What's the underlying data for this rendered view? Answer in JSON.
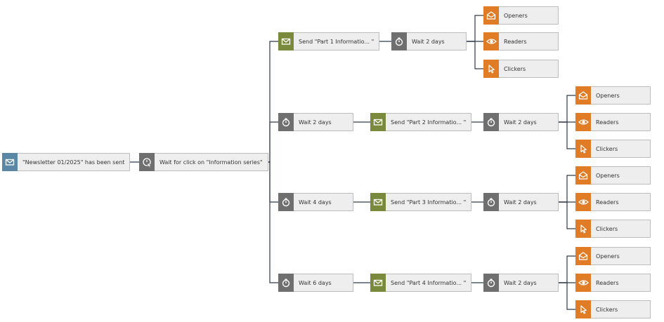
{
  "colors": {
    "trigger": "#5b88a5",
    "wait": "#6f6f6f",
    "send": "#7a8a3d",
    "segment": "#e07b26",
    "line": "#2f3a4a",
    "label_bg": "#eeeeee",
    "label_border": "#bdbdbd"
  },
  "nodes": {
    "trigger": {
      "label": "\"Newsletter 01/2025\" has been sent",
      "icon": "envelope-icon",
      "kind": "trigger"
    },
    "wait_click": {
      "label": "Wait for click on \"Information series\"",
      "icon": "click-wait-icon",
      "kind": "wait"
    },
    "b1_send": {
      "label": "Send \"Part 1 Informatio... \"",
      "icon": "envelope-icon",
      "kind": "send"
    },
    "b1_wait": {
      "label": "Wait 2 days",
      "icon": "stopwatch-icon",
      "kind": "wait"
    },
    "b1_openers": {
      "label": "Openers",
      "icon": "open-envelope-icon",
      "kind": "segment"
    },
    "b1_readers": {
      "label": "Readers",
      "icon": "eye-icon",
      "kind": "segment"
    },
    "b1_clickers": {
      "label": "Clickers",
      "icon": "cursor-icon",
      "kind": "segment"
    },
    "b2_wait": {
      "label": "Wait 2 days",
      "icon": "stopwatch-icon",
      "kind": "wait"
    },
    "b2_send": {
      "label": "Send \"Part 2 Informatio... \"",
      "icon": "envelope-icon",
      "kind": "send"
    },
    "b2_wait2": {
      "label": "Wait 2 days",
      "icon": "stopwatch-icon",
      "kind": "wait"
    },
    "b2_openers": {
      "label": "Openers",
      "icon": "open-envelope-icon",
      "kind": "segment"
    },
    "b2_readers": {
      "label": "Readers",
      "icon": "eye-icon",
      "kind": "segment"
    },
    "b2_clickers": {
      "label": "Clickers",
      "icon": "cursor-icon",
      "kind": "segment"
    },
    "b3_wait": {
      "label": "Wait 4 days",
      "icon": "stopwatch-icon",
      "kind": "wait"
    },
    "b3_send": {
      "label": "Send \"Part 3 Informatio... \"",
      "icon": "envelope-icon",
      "kind": "send"
    },
    "b3_wait2": {
      "label": "Wait 2 days",
      "icon": "stopwatch-icon",
      "kind": "wait"
    },
    "b3_openers": {
      "label": "Openers",
      "icon": "open-envelope-icon",
      "kind": "segment"
    },
    "b3_readers": {
      "label": "Readers",
      "icon": "eye-icon",
      "kind": "segment"
    },
    "b3_clickers": {
      "label": "Clickers",
      "icon": "cursor-icon",
      "kind": "segment"
    },
    "b4_wait": {
      "label": "Wait 6 days",
      "icon": "stopwatch-icon",
      "kind": "wait"
    },
    "b4_send": {
      "label": "Send \"Part 4 Informatio... \"",
      "icon": "envelope-icon",
      "kind": "send"
    },
    "b4_wait2": {
      "label": "Wait 2 days",
      "icon": "stopwatch-icon",
      "kind": "wait"
    },
    "b4_openers": {
      "label": "Openers",
      "icon": "open-envelope-icon",
      "kind": "segment"
    },
    "b4_readers": {
      "label": "Readers",
      "icon": "eye-icon",
      "kind": "segment"
    },
    "b4_clickers": {
      "label": "Clickers",
      "icon": "cursor-icon",
      "kind": "segment"
    }
  },
  "edges": [
    [
      "trigger",
      "wait_click"
    ],
    [
      "wait_click",
      "b1_send"
    ],
    [
      "wait_click",
      "b2_wait"
    ],
    [
      "wait_click",
      "b3_wait"
    ],
    [
      "wait_click",
      "b4_wait"
    ],
    [
      "b1_send",
      "b1_wait"
    ],
    [
      "b1_wait",
      "b1_openers"
    ],
    [
      "b1_wait",
      "b1_readers"
    ],
    [
      "b1_wait",
      "b1_clickers"
    ],
    [
      "b2_wait",
      "b2_send"
    ],
    [
      "b2_send",
      "b2_wait2"
    ],
    [
      "b2_wait2",
      "b2_openers"
    ],
    [
      "b2_wait2",
      "b2_readers"
    ],
    [
      "b2_wait2",
      "b2_clickers"
    ],
    [
      "b3_wait",
      "b3_send"
    ],
    [
      "b3_send",
      "b3_wait2"
    ],
    [
      "b3_wait2",
      "b3_openers"
    ],
    [
      "b3_wait2",
      "b3_readers"
    ],
    [
      "b3_wait2",
      "b3_clickers"
    ],
    [
      "b4_wait",
      "b4_send"
    ],
    [
      "b4_send",
      "b4_wait2"
    ],
    [
      "b4_wait2",
      "b4_openers"
    ],
    [
      "b4_wait2",
      "b4_readers"
    ],
    [
      "b4_wait2",
      "b4_clickers"
    ]
  ]
}
